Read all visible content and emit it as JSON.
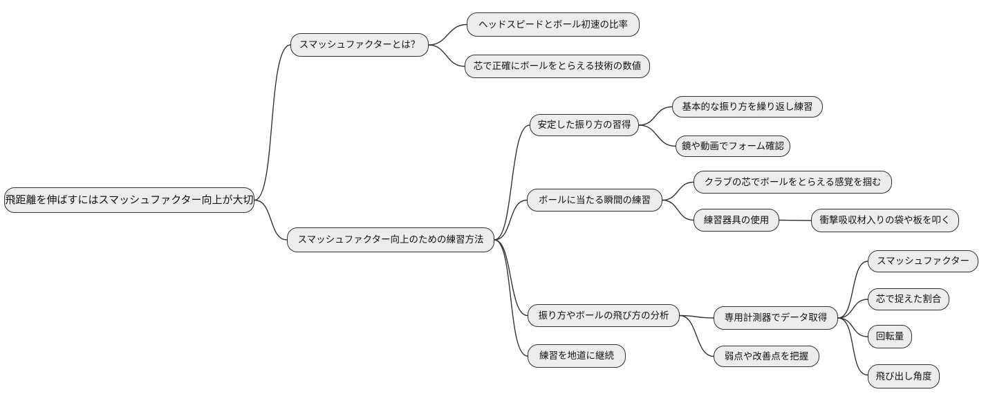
{
  "diagram": {
    "type": "mindmap",
    "orientation": "left-to-right",
    "colors": {
      "background": "#ffffff",
      "node_fill": "#ececec",
      "node_border": "#2f2f2f",
      "edge": "#333333",
      "text": "#111111"
    }
  },
  "nodes": [
    {
      "id": "root",
      "label": "飛距離を伸ばすにはスマッシュファクター向上が大切",
      "parent": null
    },
    {
      "id": "smash-factor-what",
      "label": "スマッシュファクターとは？",
      "parent": "root"
    },
    {
      "id": "head-speed-ratio",
      "label": "ヘッドスピードとボール初速の比率",
      "parent": "smash-factor-what"
    },
    {
      "id": "sweet-spot-skill",
      "label": "芯で正確にボールをとらえる技術の数値",
      "parent": "smash-factor-what"
    },
    {
      "id": "practice-methods",
      "label": "スマッシュファクター向上のための練習方法",
      "parent": "root"
    },
    {
      "id": "stable-swing",
      "label": "安定した振り方の習得",
      "parent": "practice-methods"
    },
    {
      "id": "basic-swing-repeat",
      "label": "基本的な振り方を繰り返し練習",
      "parent": "stable-swing"
    },
    {
      "id": "mirror-video-check",
      "label": "鏡や動画でフォーム確認",
      "parent": "stable-swing"
    },
    {
      "id": "impact-moment-practice",
      "label": "ボールに当たる瞬間の練習",
      "parent": "practice-methods"
    },
    {
      "id": "club-sweet-spot-feel",
      "label": "クラブの芯でボールをとらえる感覚を掴む",
      "parent": "impact-moment-practice"
    },
    {
      "id": "practice-tools",
      "label": "練習器具の使用",
      "parent": "impact-moment-practice"
    },
    {
      "id": "impact-bag",
      "label": "衝撃吸収材入りの袋や板を叩く",
      "parent": "practice-tools"
    },
    {
      "id": "swing-ball-analysis",
      "label": "振り方やボールの飛び方の分析",
      "parent": "practice-methods"
    },
    {
      "id": "launch-monitor",
      "label": "専用計測器でデータ取得",
      "parent": "swing-ball-analysis"
    },
    {
      "id": "smash-factor-metric",
      "label": "スマッシュファクター",
      "parent": "launch-monitor"
    },
    {
      "id": "sweet-spot-rate",
      "label": "芯で捉えた割合",
      "parent": "launch-monitor"
    },
    {
      "id": "spin-rate",
      "label": "回転量",
      "parent": "launch-monitor"
    },
    {
      "id": "launch-angle",
      "label": "飛び出し角度",
      "parent": "launch-monitor"
    },
    {
      "id": "weakness-grasp",
      "label": "弱点や改善点を把握",
      "parent": "swing-ball-analysis"
    },
    {
      "id": "steady-practice",
      "label": "練習を地道に継続",
      "parent": "practice-methods"
    }
  ]
}
